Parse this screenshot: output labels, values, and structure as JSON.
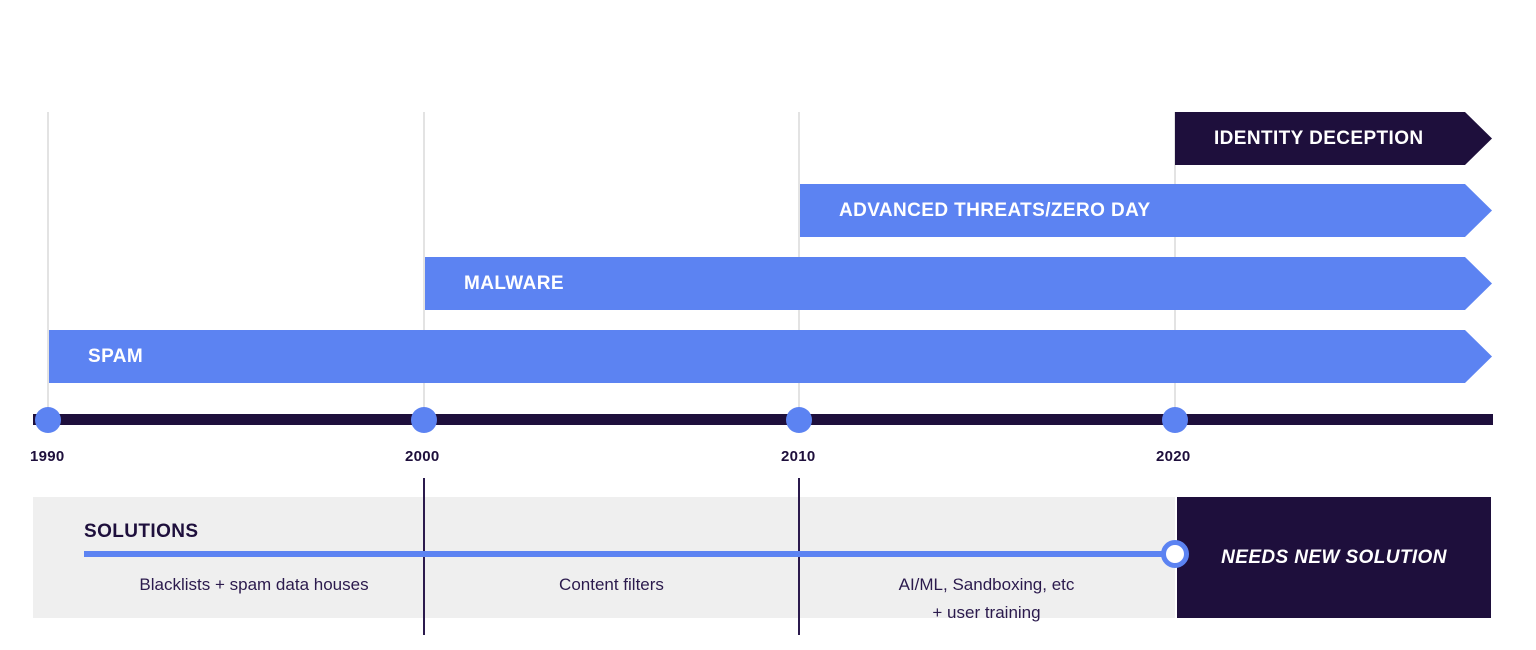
{
  "palette": {
    "blue": "#5C83F2",
    "navy": "#1E0F3C",
    "panel_gray": "#EFEFEF",
    "gridline_light": "#E3E3E3"
  },
  "timeline": {
    "years": [
      "1990",
      "2000",
      "2010",
      "2020"
    ]
  },
  "threat_bars": [
    {
      "label": "IDENTITY DECEPTION",
      "start_year": "2020",
      "color": "#1E0F3C"
    },
    {
      "label": "ADVANCED THREATS/ZERO DAY",
      "start_year": "2010",
      "color": "#5C83F2"
    },
    {
      "label": "MALWARE",
      "start_year": "2000",
      "color": "#5C83F2"
    },
    {
      "label": "SPAM",
      "start_year": "1990",
      "color": "#5C83F2"
    }
  ],
  "solutions": {
    "heading": "SOLUTIONS",
    "items": [
      {
        "text": "Blacklists + spam data houses"
      },
      {
        "text": "Content filters"
      },
      {
        "line1": "AI/ML, Sandboxing, etc",
        "line2": "+ user training"
      }
    ],
    "callout": "NEEDS NEW SOLUTION"
  },
  "chart_data": {
    "type": "timeline",
    "title": "",
    "xlabel": "",
    "ylabel": "",
    "x_ticks": [
      1990,
      2000,
      2010,
      2020
    ],
    "xlim": [
      1990,
      2022.4
    ],
    "grid": true,
    "legend": "none",
    "series": [
      {
        "name": "IDENTITY DECEPTION",
        "start": 2020,
        "end": 2022.4,
        "ongoing": true,
        "color": "#1E0F3C"
      },
      {
        "name": "ADVANCED THREATS/ZERO DAY",
        "start": 2010,
        "end": 2022.4,
        "ongoing": true,
        "color": "#5C83F2"
      },
      {
        "name": "MALWARE",
        "start": 2000,
        "end": 2022.4,
        "ongoing": true,
        "color": "#5C83F2"
      },
      {
        "name": "SPAM",
        "start": 1990,
        "end": 2022.4,
        "ongoing": true,
        "color": "#5C83F2"
      }
    ],
    "annotations": [
      {
        "text": "Blacklists + spam data houses",
        "span": [
          1990,
          2000
        ]
      },
      {
        "text": "Content filters",
        "span": [
          2000,
          2010
        ]
      },
      {
        "text": "AI/ML, Sandboxing, etc + user training",
        "span": [
          2010,
          2020
        ]
      },
      {
        "text": "NEEDS NEW SOLUTION",
        "span": [
          2020,
          2022.4
        ]
      }
    ]
  }
}
